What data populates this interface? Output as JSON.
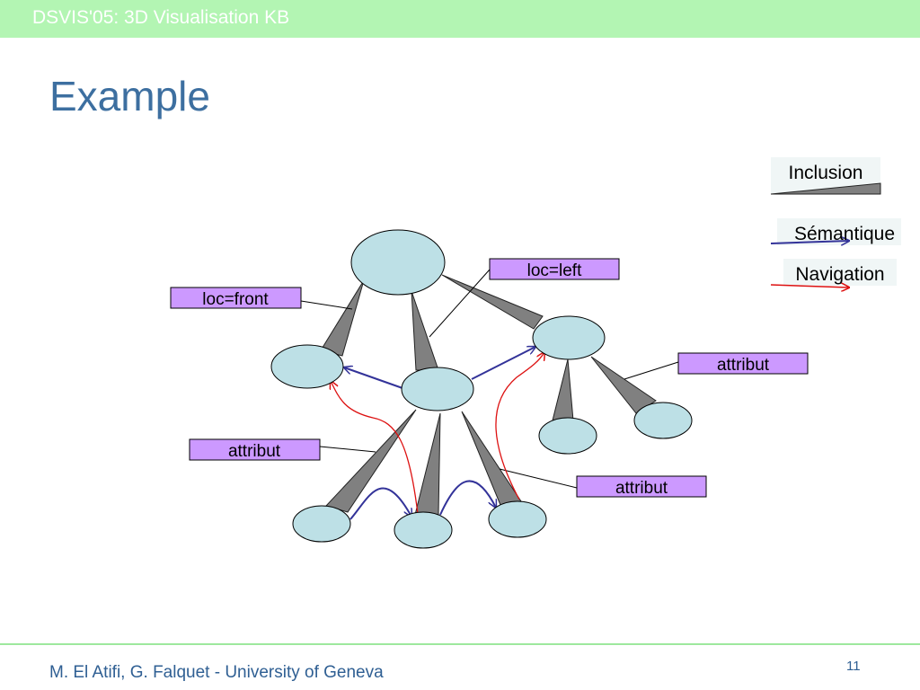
{
  "header": {
    "text": "DSVIS'05: 3D Visualisation KB"
  },
  "title": "Example",
  "legend": {
    "inclusion": "Inclusion",
    "semantique": "Sémantique",
    "navigation": "Navigation"
  },
  "labels": {
    "loc_left": "loc=left",
    "loc_front": "loc=front",
    "attribut_right": "attribut",
    "attribut_left": "attribut",
    "attribut_bottom": "attribut"
  },
  "colors": {
    "node_fill": "#bde0e6",
    "label_fill": "#cc99ff",
    "inclusion_fill": "#808080",
    "semantic_edge": "#333399",
    "navigation_edge": "#dd1111",
    "header_bar": "#b3f5b3",
    "title": "#3d6fa0"
  },
  "footer": {
    "author": "M. El Atifi, G. Falquet - University of Geneva",
    "page": "11"
  }
}
